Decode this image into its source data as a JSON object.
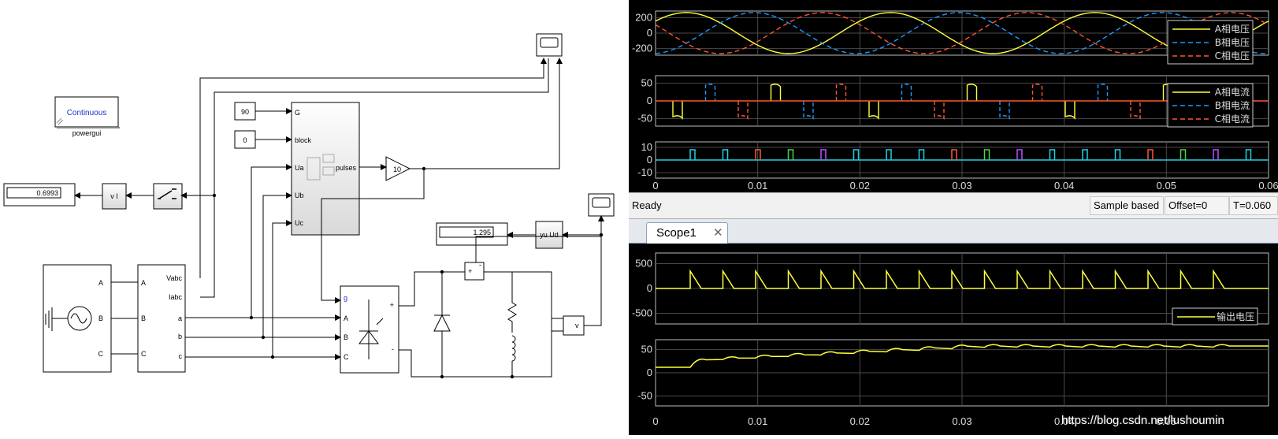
{
  "model": {
    "powergui": {
      "mode": "Continuous",
      "name": "powergui"
    },
    "display_rms": "0.6993",
    "display_ud": "1.295",
    "vi_block": "v  I",
    "vu_block": "yu  Ud",
    "const_g": "90",
    "const_block": "0",
    "gain": "10",
    "sync_ports": [
      "G",
      "block",
      "Ua",
      "Ub",
      "Uc"
    ],
    "sync_out": "pulses",
    "meas_out": [
      "Vabc",
      "Iabc"
    ],
    "meas_in": [
      "A",
      "B",
      "C"
    ],
    "meas_ab": [
      "a",
      "b",
      "c"
    ],
    "source_ports": [
      "A",
      "B",
      "C"
    ],
    "thyristor_ports": [
      "g",
      "A",
      "B",
      "C"
    ],
    "voltmeter": "v"
  },
  "scope_top": {
    "panels": [
      {
        "yticks": [
          "200",
          "0",
          "-200"
        ],
        "legend": [
          "A相电压",
          "B相电压",
          "C相电压"
        ]
      },
      {
        "yticks": [
          "50",
          "0",
          "-50"
        ],
        "legend": [
          "A相电流",
          "B相电流",
          "C相电流"
        ]
      },
      {
        "yticks": [
          "10",
          "0",
          "-10"
        ],
        "legend": []
      }
    ],
    "xticks": [
      "0",
      "0.01",
      "0.02",
      "0.03",
      "0.04",
      "0.05",
      "0.06"
    ]
  },
  "status": {
    "ready": "Ready",
    "sample": "Sample based",
    "offset": "Offset=0",
    "time": "T=0.060"
  },
  "tab": {
    "label": "Scope1",
    "close": "✕"
  },
  "scope_bottom": {
    "panels": [
      {
        "yticks": [
          "500",
          "0",
          "-500"
        ],
        "legend": [
          "输出电压"
        ]
      },
      {
        "yticks": [
          "50",
          "0",
          "-50"
        ],
        "legend": []
      }
    ],
    "xticks": [
      "0",
      "0.01",
      "0.02",
      "0.03",
      "0.04",
      "0.05"
    ]
  },
  "watermark": "https://blog.csdn.net/lushoumin",
  "colors": {
    "yellow": "#ffff3a",
    "blue": "#1a9bff",
    "red": "#ff5533",
    "cyan": "#22d0e6",
    "green": "#4dd34d",
    "magenta": "#c04dff"
  }
}
